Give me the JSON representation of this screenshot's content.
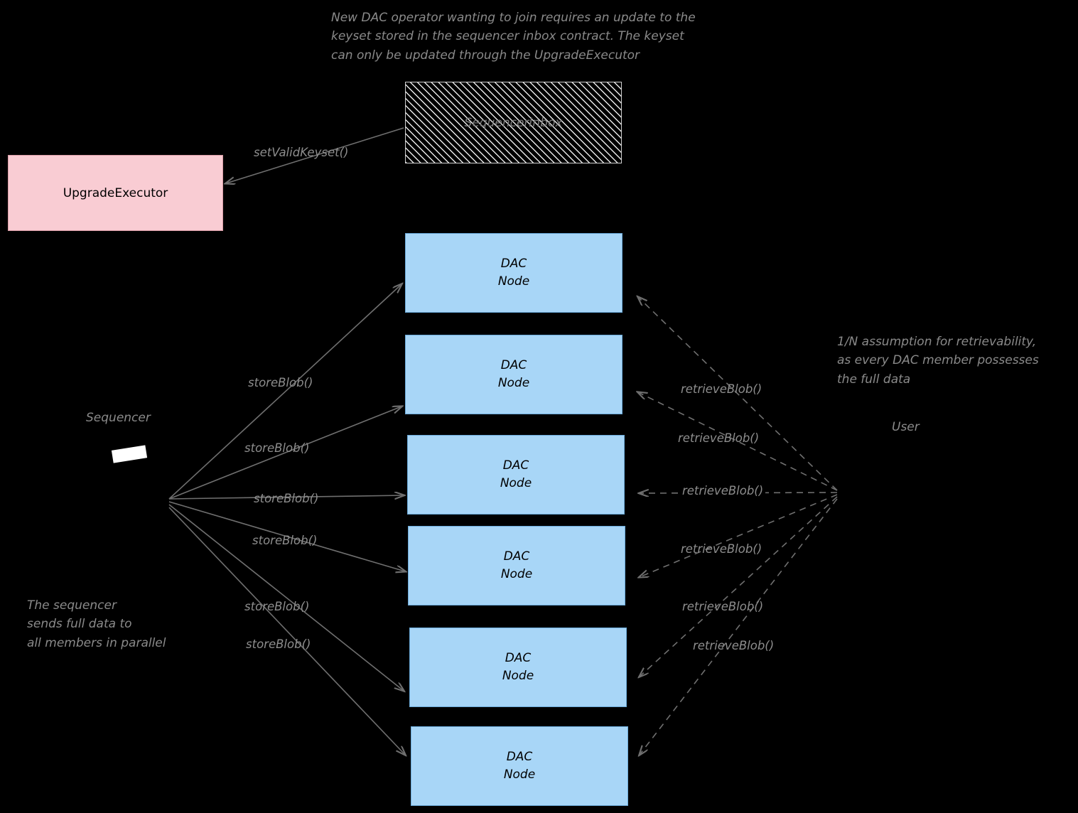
{
  "diagram": {
    "title_note": "New DAC operator wanting to join requires an update to the\nkeyset stored in the sequencer inbox contract. The keyset\ncan only be updated through the UpgradeExecutor",
    "notes": {
      "retrievability": "1/N assumption for retrievability,\nas every DAC member possesses\nthe full data",
      "sequencer_parallel": "The sequencer\nsends full data to\nall members in parallel"
    },
    "actors": {
      "sequencer": "Sequencer",
      "user": "User"
    },
    "boxes": {
      "upgrade_executor": "UpgradeExecutor",
      "sequencer_inbox": "SequencerInbox"
    },
    "nodes": [
      {
        "line1": "DAC",
        "line2": "Node"
      },
      {
        "line1": "DAC",
        "line2": "Node"
      },
      {
        "line1": "DAC",
        "line2": "Node"
      },
      {
        "line1": "DAC",
        "line2": "Node"
      },
      {
        "line1": "DAC",
        "line2": "Node"
      },
      {
        "line1": "DAC",
        "line2": "Node"
      }
    ],
    "edge_labels": {
      "set_valid_keyset": "setValidKeyset()",
      "store_blob": [
        "storeBlob()",
        "storeBlob()",
        "storeBlob()",
        "storeBlob()",
        "storeBlob()",
        "storeBlob()"
      ],
      "retrieve_blob": [
        "retrieveBlob()",
        "retrieveBlob()",
        "retrieveBlob()",
        "retrieveBlob()",
        "retrieveBlob()",
        "retrieveBlob()"
      ]
    },
    "colors": {
      "node_fill": "#a8d6f7",
      "upgrade_fill": "#f9ccd3",
      "background": "#000000",
      "line": "#6f6f6f",
      "text_muted": "#8a8a8a"
    }
  }
}
